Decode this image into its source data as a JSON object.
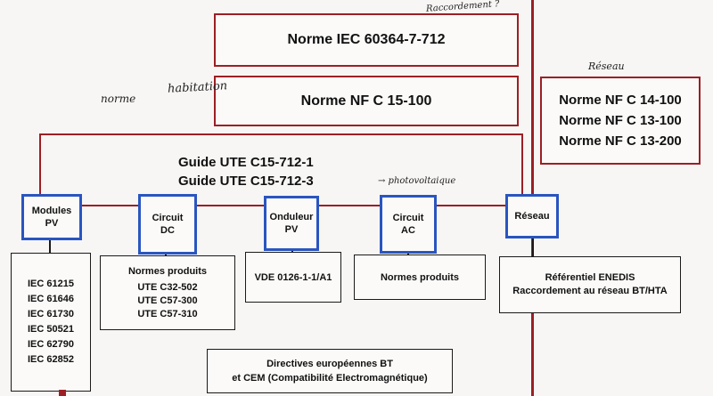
{
  "top_norms": {
    "iec_60364": "Norme IEC 60364-7-712",
    "nf_c_15100": "Norme NF C 15-100"
  },
  "reseau_norms": [
    "Norme NF C 14-100",
    "Norme NF C 13-100",
    "Norme NF C 13-200"
  ],
  "guides": [
    "Guide UTE C15-712-1",
    "Guide UTE C15-712-3"
  ],
  "chain": [
    {
      "line1": "Modules",
      "line2": "PV"
    },
    {
      "line1": "Circuit",
      "line2": "DC"
    },
    {
      "line1": "Onduleur",
      "line2": "PV"
    },
    {
      "line1": "Circuit",
      "line2": "AC"
    },
    {
      "line1": "Réseau",
      "line2": ""
    }
  ],
  "standards": {
    "modules": [
      "IEC 61215",
      "IEC 61646",
      "IEC 61730",
      "IEC 50521",
      "IEC 62790",
      "IEC 62852"
    ],
    "circuit_dc": [
      "Normes produits",
      "UTE C32-502",
      "UTE C57-300",
      "UTE C57-310"
    ],
    "onduleur": [
      "VDE 0126-1-1/A1"
    ],
    "circuit_ac": [
      "Normes produits"
    ],
    "reseau": [
      "Référentiel ENEDIS",
      "Raccordement au réseau BT/HTA"
    ]
  },
  "directives": [
    "Directives européennes BT",
    "et CEM (Compatibilité Electromagnétique)"
  ],
  "handwritten": {
    "raccordement": "Raccordement ?",
    "reseau": "Réseau",
    "norme": "norme",
    "habitation": "habitation",
    "photovoltaique": "→ photovoltaique"
  },
  "colors": {
    "red": "#9c1f25",
    "blue": "#2a55c0",
    "black": "#1a1a1a"
  }
}
